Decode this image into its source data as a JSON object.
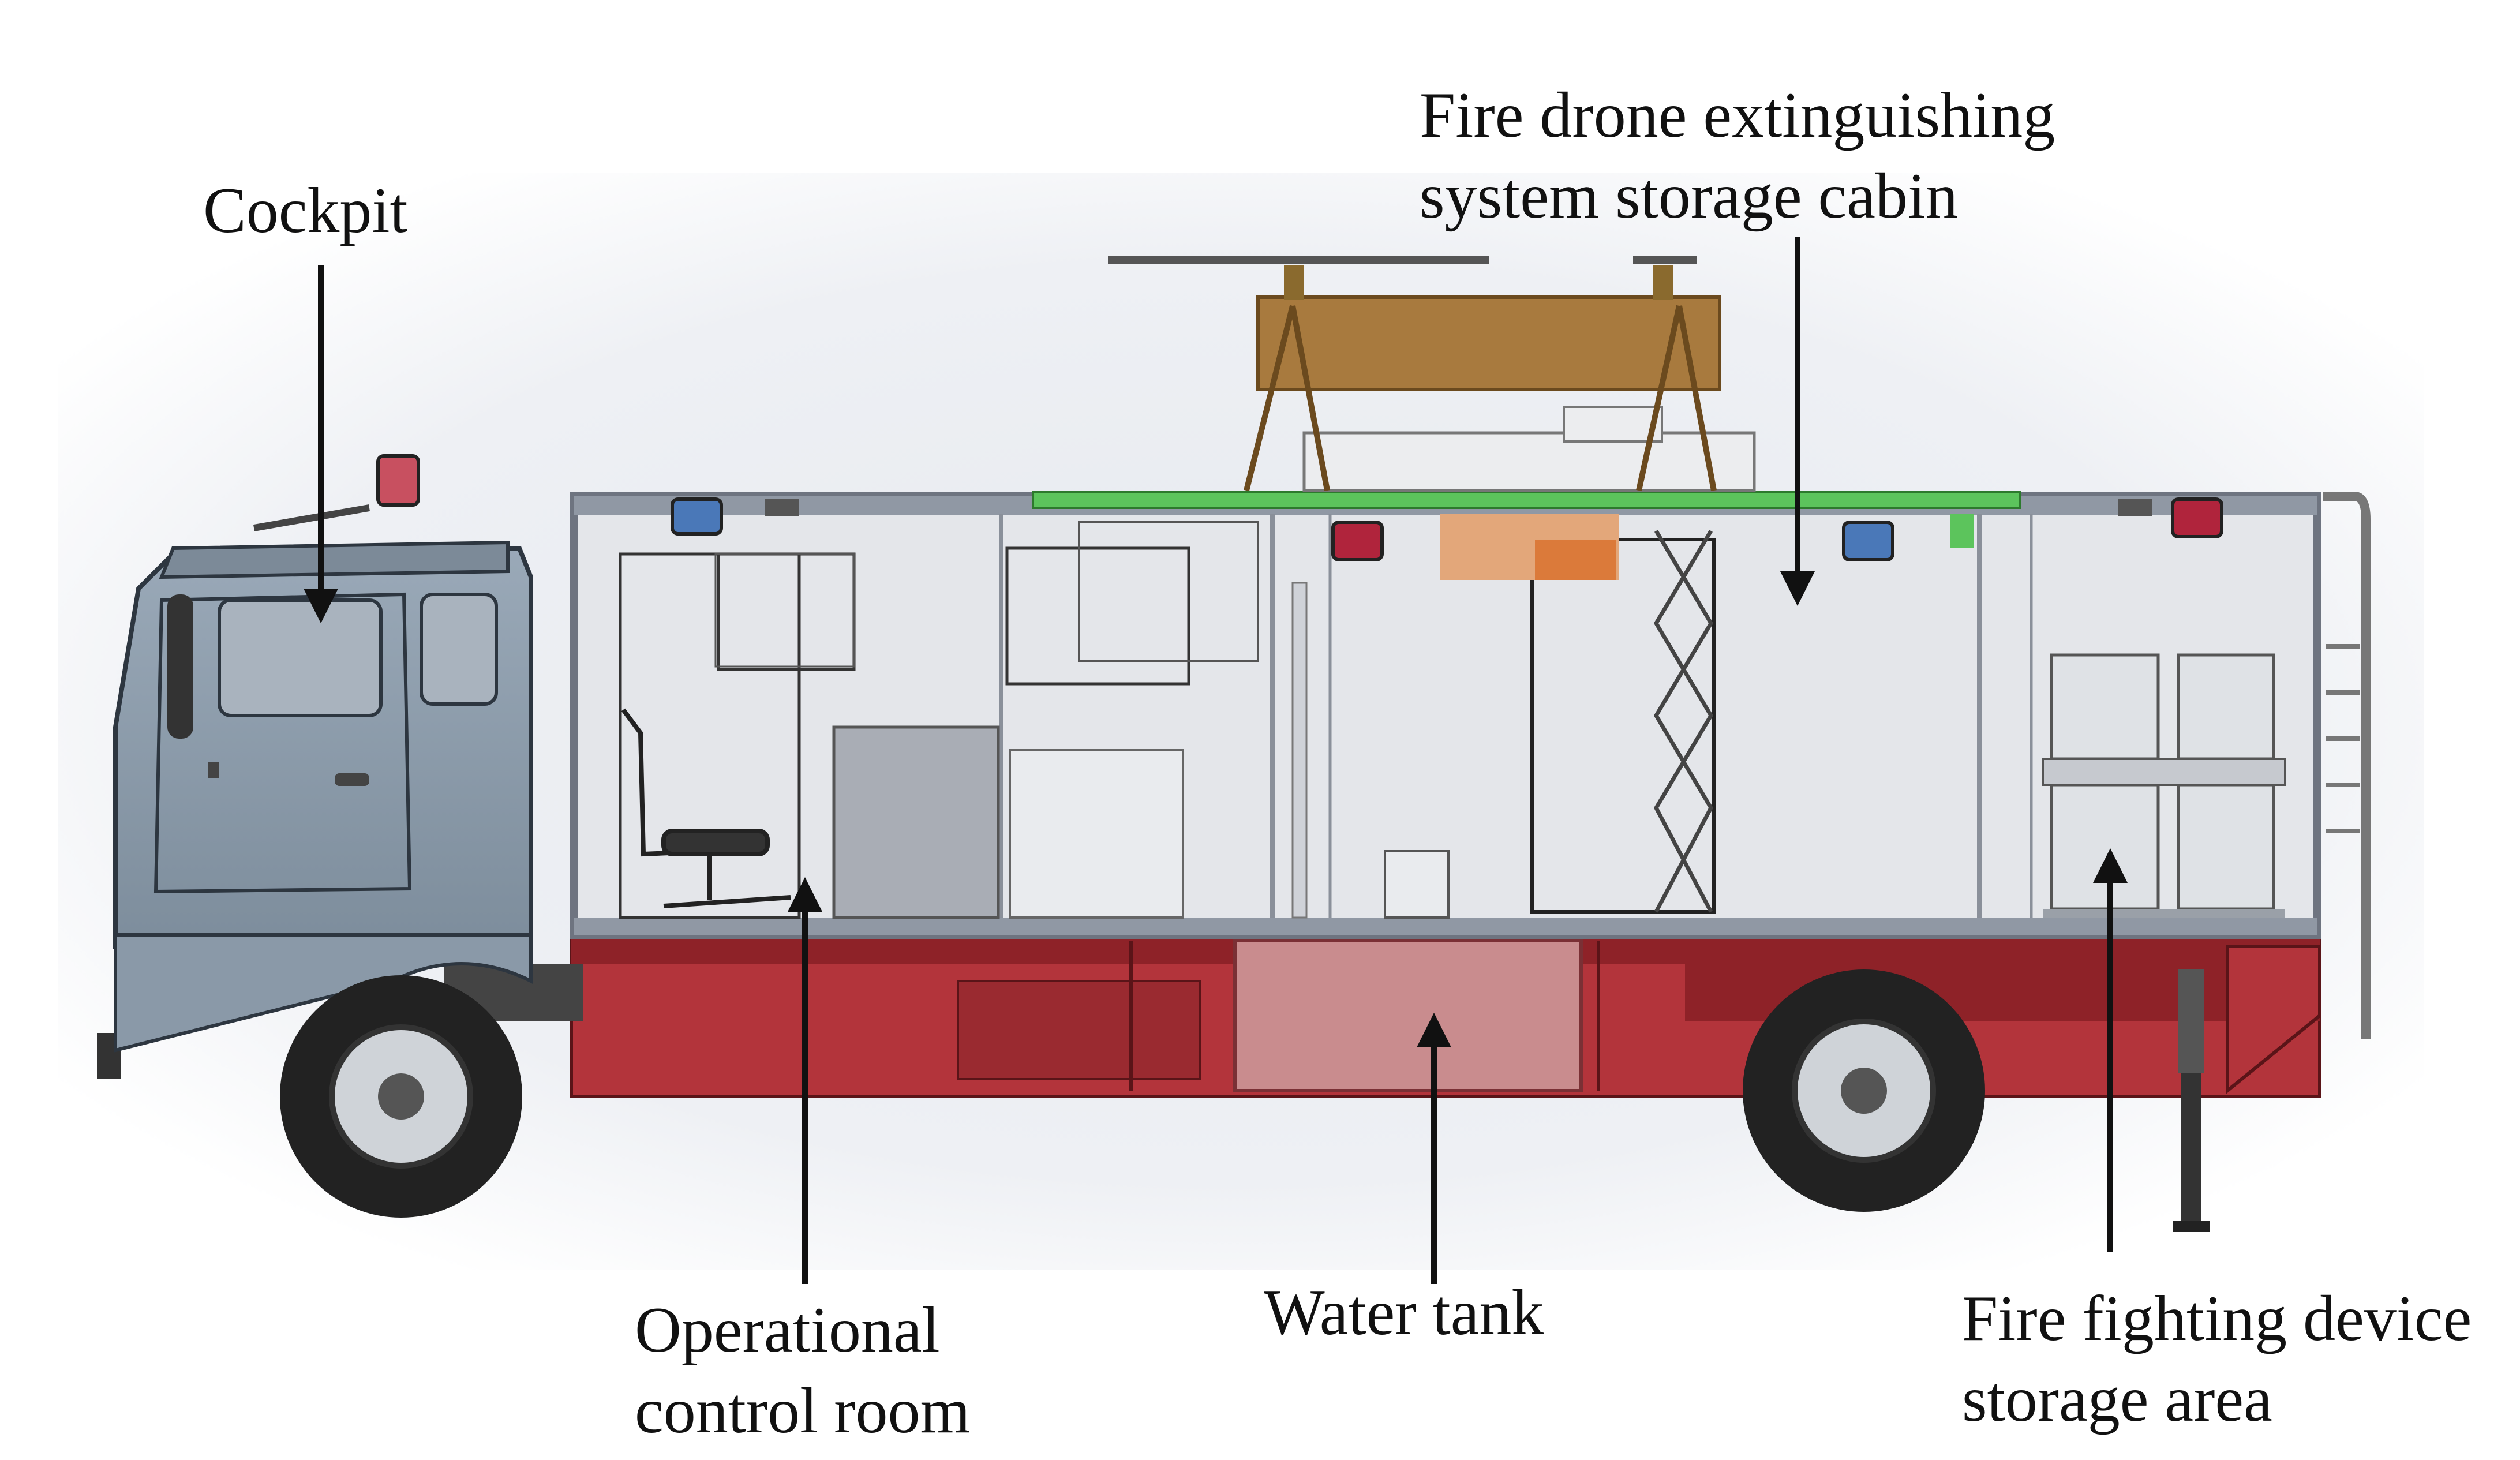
{
  "labels": {
    "cockpit": "Cockpit",
    "drone_cabin": [
      "Fire drone extinguishing",
      "system storage cabin"
    ],
    "control_room": [
      "Operational",
      "control room"
    ],
    "water_tank": "Water tank",
    "device_storage": [
      "Fire fighting device",
      "storage area"
    ]
  },
  "colors": {
    "cab": "#8fa0b0",
    "body_red": "#b3343b",
    "water_tank": "#c98c8e",
    "roof_rail": "#5cc45c",
    "drone_body": "#a87a3e",
    "interior": "#e4e6ea",
    "light_blue": "#4a78b8",
    "light_red": "#b0243c"
  }
}
